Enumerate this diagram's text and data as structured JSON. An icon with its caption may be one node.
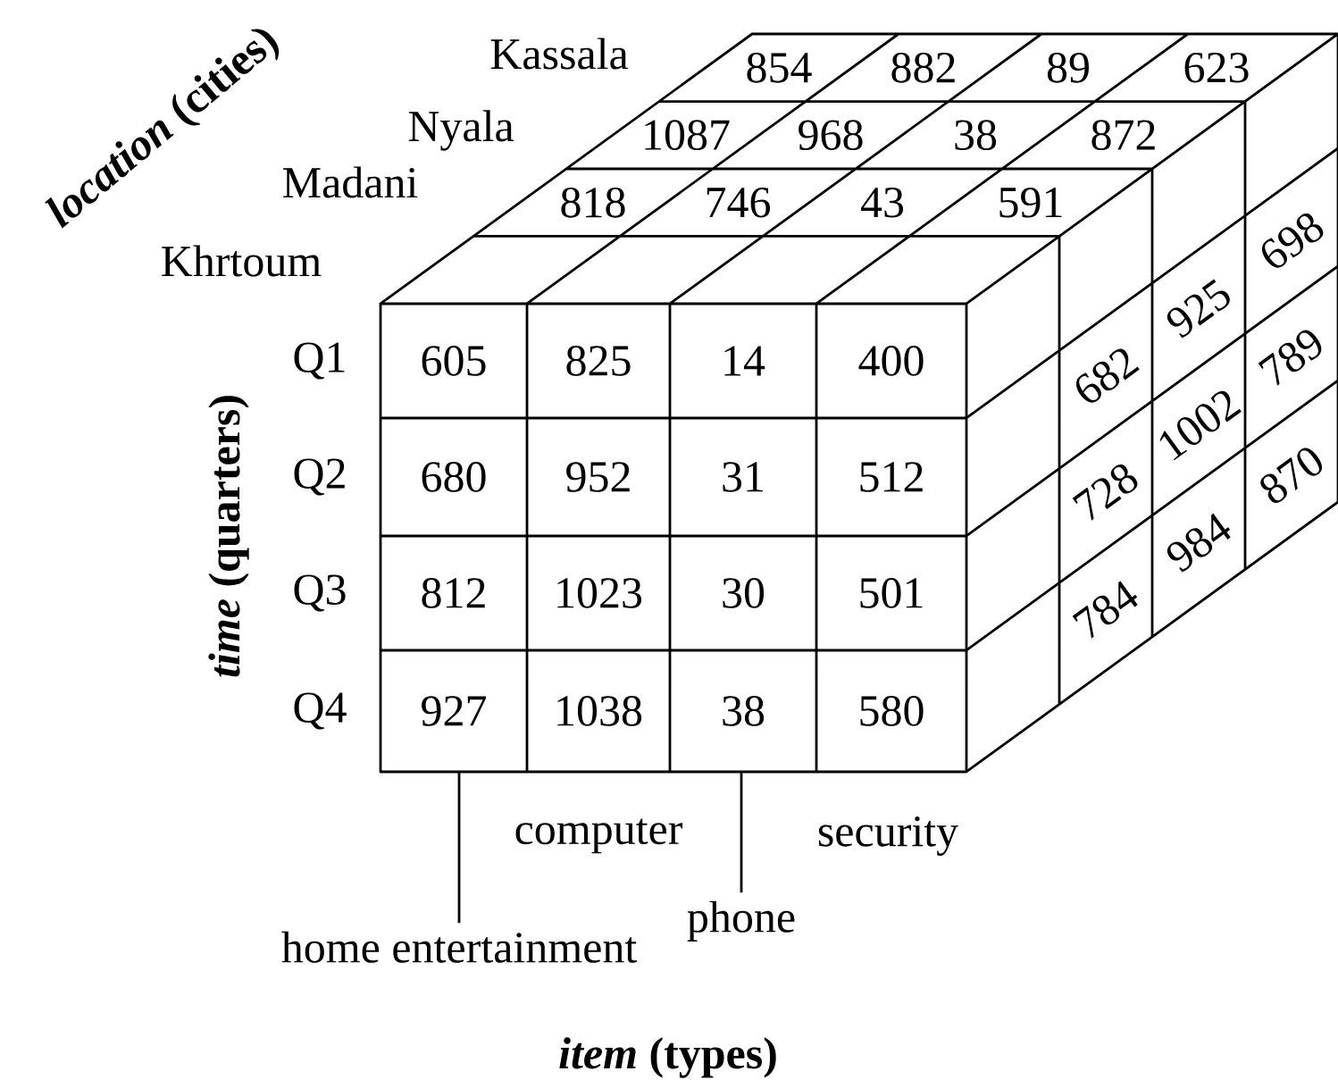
{
  "diagram": {
    "nodes": [
      {
        "text": [
          "home entertainment"
        ]
      },
      {
        "text": [
          "phone"
        ]
      }
    ],
    "edges": [
      {
        "from": 0,
        "to": null,
        "arrow": "none"
      },
      {
        "from": 1,
        "to": null,
        "arrow": "none"
      }
    ],
    "labels": [
      "*location* (cities)",
      "Kassala",
      "854",
      "882",
      "89",
      "623",
      "Nyala",
      "1087",
      "968",
      "38",
      "872",
      "Madani",
      "818",
      "746",
      "43",
      "591",
      "Khrtoum",
      "*time* (quarters)",
      "Q1",
      "605",
      "825",
      "14",
      "400",
      "Q2",
      "680",
      "952",
      "31",
      "512",
      "Q3",
      "812",
      "1023",
      "30",
      "501",
      "Q4",
      "927",
      "1038",
      "38",
      "580",
      "682",
      "728",
      "784",
      "925",
      "1002",
      "984",
      "698",
      "789",
      "870",
      "computer",
      "security",
      "*item* (types)"
    ]
  }
}
